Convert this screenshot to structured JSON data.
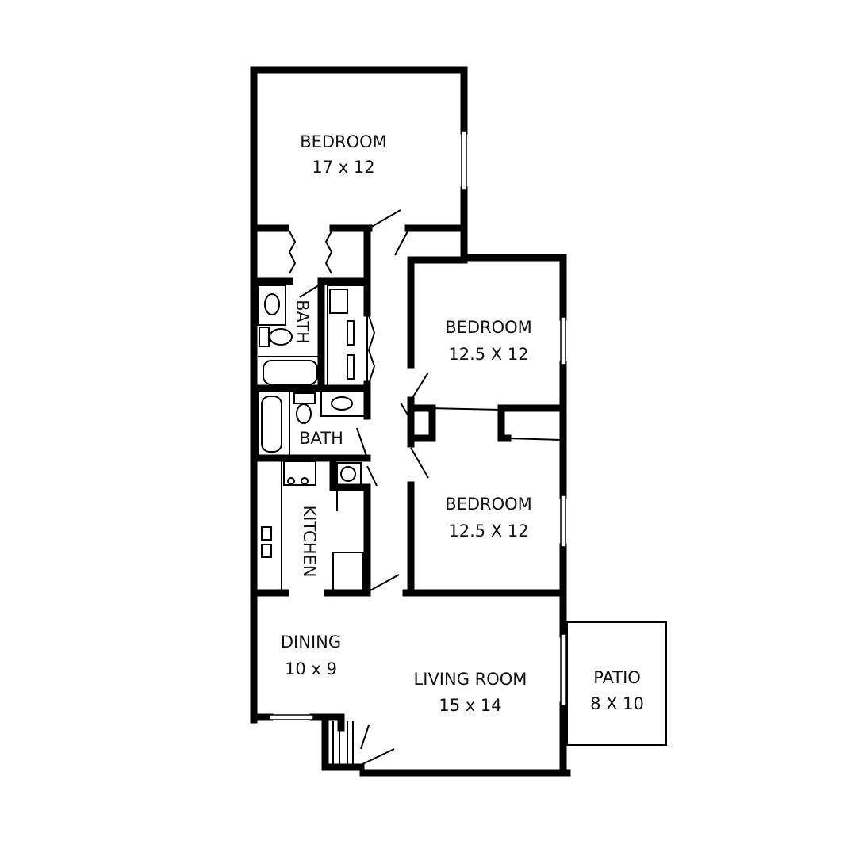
{
  "rooms": {
    "bedroom1": {
      "name": "BEDROOM",
      "size": "17 x 12"
    },
    "bedroom2": {
      "name": "BEDROOM",
      "size": "12.5 X 12"
    },
    "bedroom3": {
      "name": "BEDROOM",
      "size": "12.5 X 12"
    },
    "bath1": {
      "name": "BATH"
    },
    "bath2": {
      "name": "BATH"
    },
    "kitchen": {
      "name": "KITCHEN"
    },
    "dining": {
      "name": "DINING",
      "size": "10 x 9"
    },
    "living": {
      "name": "LIVING ROOM",
      "size": "15 x 14"
    },
    "patio": {
      "name": "PATIO",
      "size": "8 X 10"
    }
  }
}
